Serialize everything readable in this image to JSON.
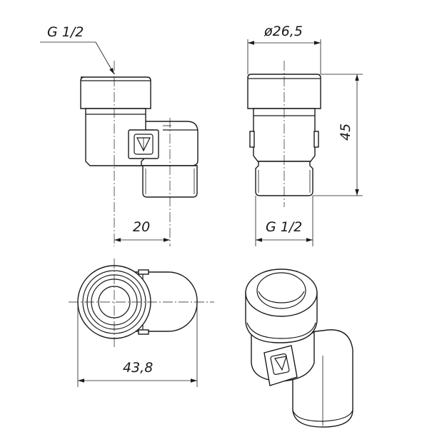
{
  "front_view": {
    "thread_callout": "G 1/2",
    "width_dim": "20"
  },
  "side_view": {
    "diameter_dim": "ø26,5",
    "height_dim": "45",
    "thread_dim": "G 1/2"
  },
  "top_view": {
    "length_dim": "43,8"
  },
  "brand_logo_icon": "v-shield-icon"
}
